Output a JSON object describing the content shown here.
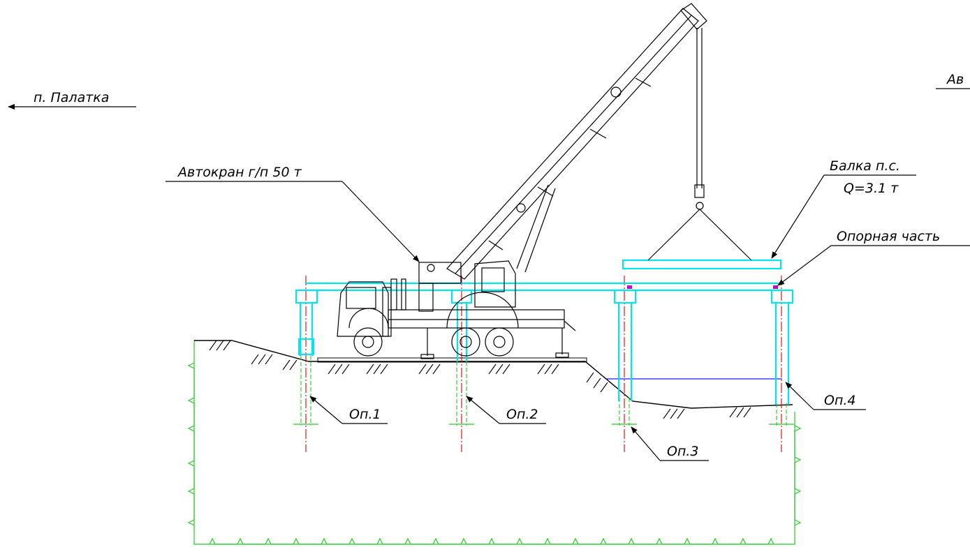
{
  "labels": {
    "direction_left": "п. Палатка",
    "direction_right_partial": "Ав",
    "crane": "Автокран г/п 50 т",
    "beam_line1": "Балка п.с.",
    "beam_line2": "Q=3.1 т",
    "bearing": "Опорная часть",
    "support1": "Оп.1",
    "support2": "Оп.2",
    "support3": "Оп.3",
    "support4": "Оп.4"
  },
  "colors": {
    "structure": "#00e5ee",
    "axis": "#e00000",
    "piles": "#22cc22",
    "outline": "#000000",
    "water": "#1a1aff",
    "bearing": "#cc00cc"
  }
}
